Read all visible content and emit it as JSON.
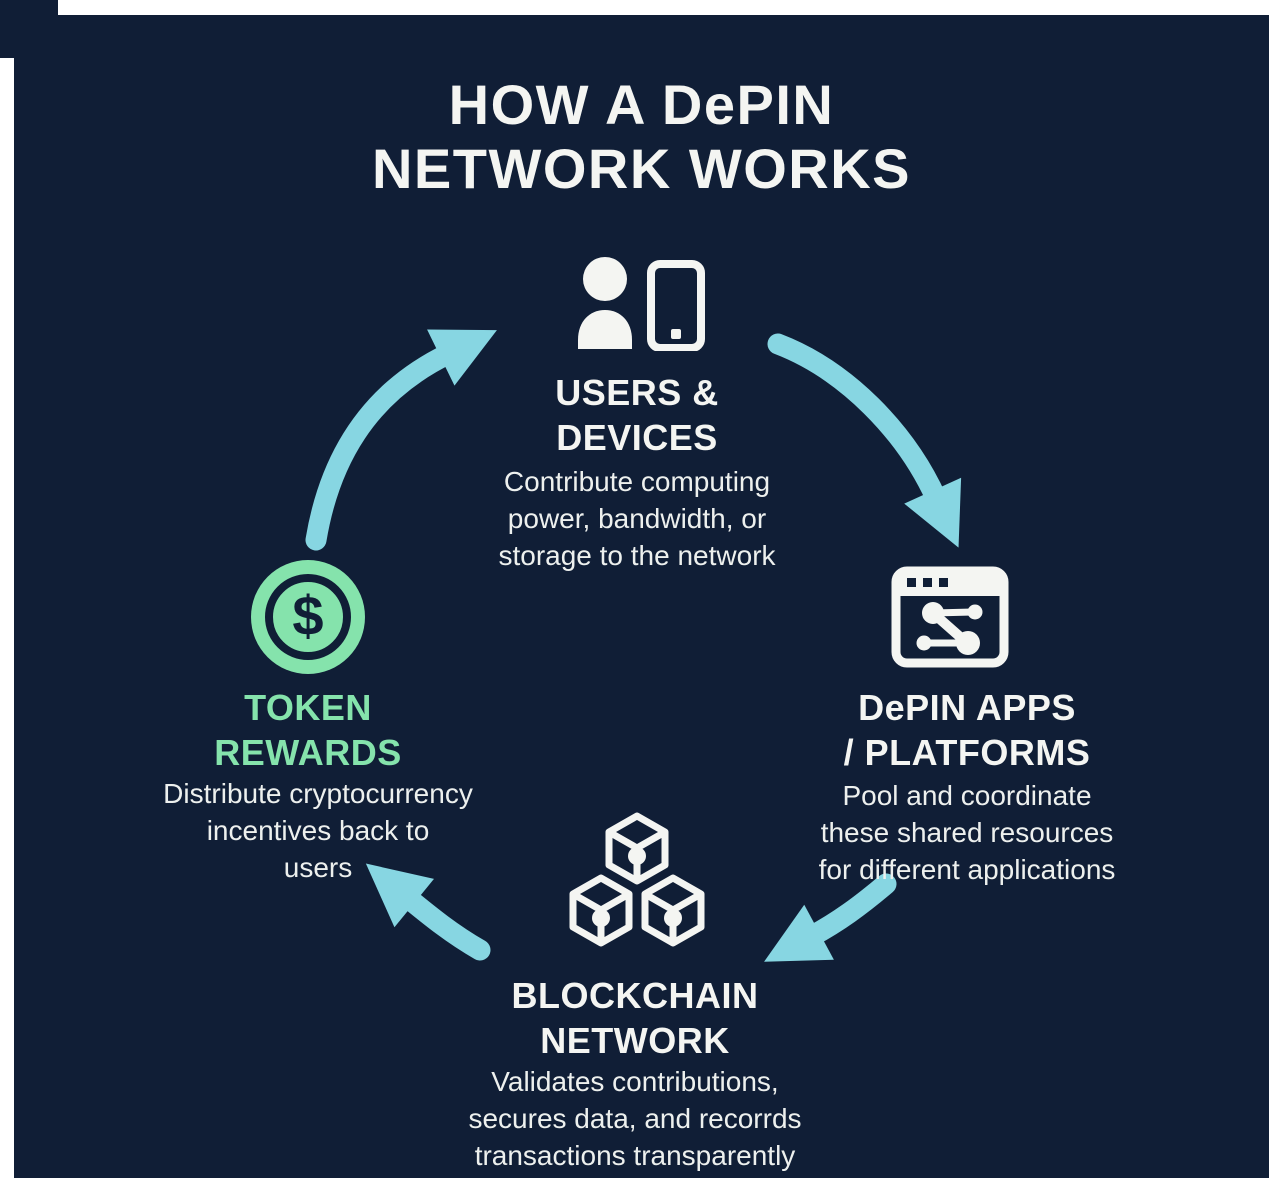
{
  "title": {
    "line1": "HOW A DePIN",
    "line2": "NETWORK WORKS"
  },
  "colors": {
    "background": "#101e36",
    "text": "#f4f5f2",
    "arrow_teal": "#87d6e2",
    "token_green": "#85e3ac"
  },
  "nodes": {
    "users": {
      "icon": "person-device-icon",
      "heading": [
        "USERS &",
        "DEVICES"
      ],
      "desc": [
        "Contribute computing",
        "power, bandwidth, or",
        "storage to the network"
      ]
    },
    "depin_apps": {
      "icon": "app-window-icon",
      "heading": [
        "DePIN APPS",
        "/ PLATFORMS"
      ],
      "desc": [
        "Pool and coordinate",
        "these shared resources",
        "for different applications"
      ]
    },
    "blockchain": {
      "icon": "blockchain-cubes-icon",
      "heading": [
        "BLOCKCHAIN",
        "NETWORK"
      ],
      "desc": [
        "Validates contributions,",
        "secures data, and recorrds",
        "transactions transparently"
      ]
    },
    "token": {
      "icon": "token-coin-icon",
      "symbol": "$",
      "heading": [
        "TOKEN",
        "REWARDS"
      ],
      "desc": [
        "Distribute cryptocurrency",
        "incentives back to",
        "users"
      ]
    }
  },
  "arrows": [
    {
      "name": "arrow-token-to-users",
      "from": "TOKEN REWARDS",
      "to": "USERS & DEVICES"
    },
    {
      "name": "arrow-users-to-apps",
      "from": "USERS & DEVICES",
      "to": "DePIN APPS / PLATFORMS"
    },
    {
      "name": "arrow-apps-to-blockchain",
      "from": "DePIN APPS / PLATFORMS",
      "to": "BLOCKCHAIN NETWORK"
    },
    {
      "name": "arrow-blockchain-to-token",
      "from": "BLOCKCHAIN NETWORK",
      "to": "TOKEN REWARDS"
    }
  ]
}
